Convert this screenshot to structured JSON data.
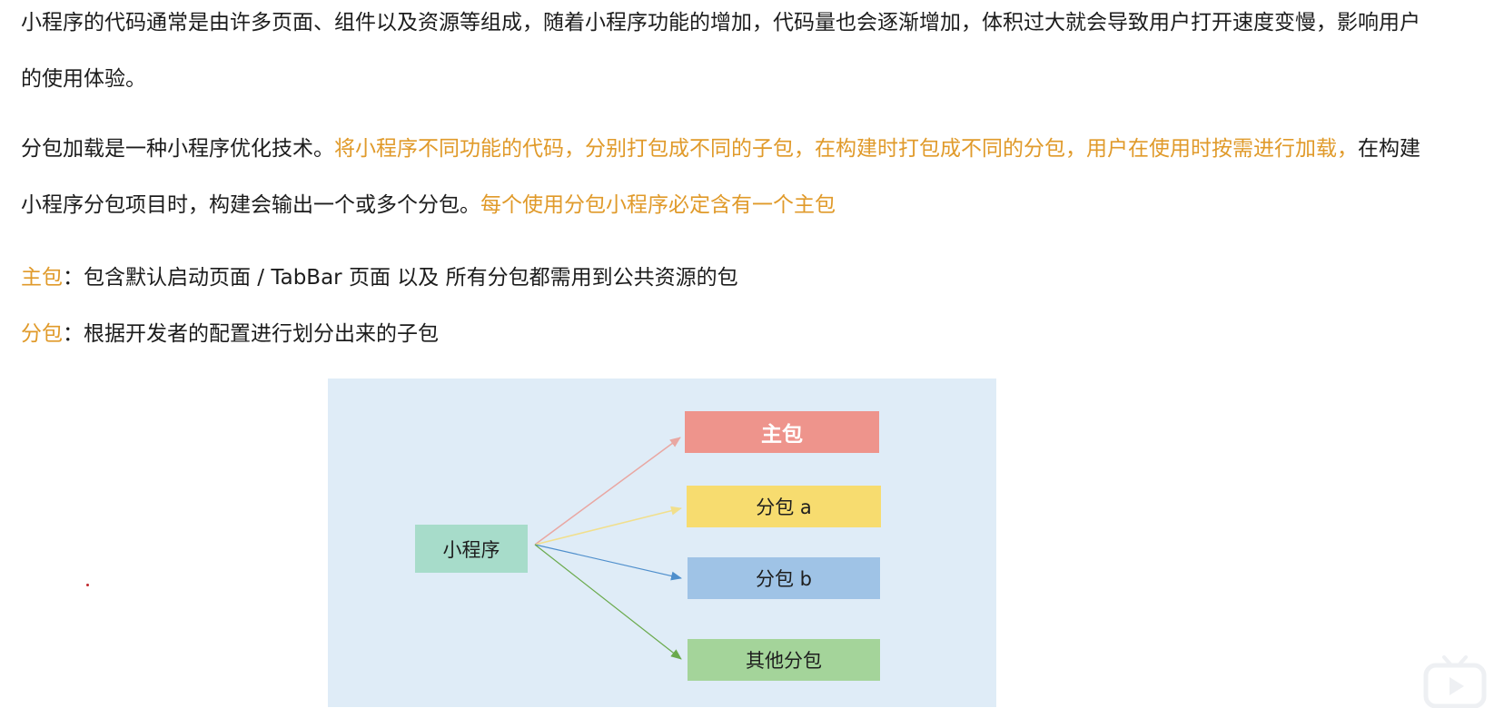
{
  "paragraph1": {
    "text": "小程序的代码通常是由许多页面、组件以及资源等组成，随着小程序功能的增加，代码量也会逐渐增加，体积过大就会导致用户打开速度变慢，影响用户的使用体验。"
  },
  "paragraph2": {
    "part1": "分包加载是一种小程序优化技术。",
    "part2_highlight": "将小程序不同功能的代码，分别打包成不同的子包，在构建时打包成不同的分包，用户在使用时按需进行加载，",
    "part3": "在构建小程序分包项目时，构建会输出一个或多个分包。",
    "part4_highlight": "每个使用分包小程序必定含有一个主包"
  },
  "definitions": [
    {
      "term": "主包",
      "separator": "：",
      "text": "包含默认启动页面 / TabBar 页面 以及 所有分包都需用到公共资源的包"
    },
    {
      "term": "分包",
      "separator": "：",
      "text": "根据开发者的配置进行划分出来的子包"
    }
  ],
  "diagram": {
    "root": "小程序",
    "nodes": [
      "主包",
      "分包 a",
      "分包 b",
      "其他分包"
    ],
    "colors": {
      "background": "#dfecf7",
      "root": "#a7dcca",
      "main": "#ee948c",
      "a": "#f7dc6f",
      "b": "#9fc3e6",
      "other": "#a4d49a"
    }
  },
  "watermark": {
    "icon": "bilibili-tv-icon"
  },
  "colors": {
    "highlight": "#e09a2a",
    "text": "#1c1c1c"
  }
}
